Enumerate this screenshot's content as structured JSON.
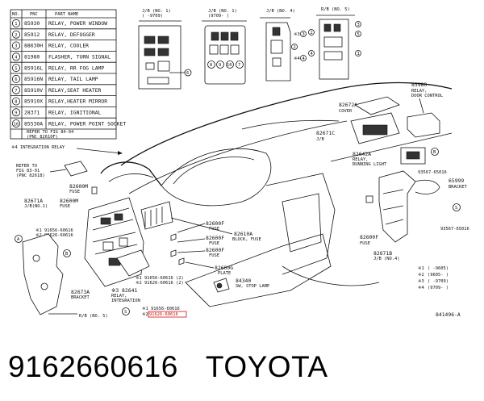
{
  "table": {
    "header": {
      "no": "NO.",
      "pnc": "PNC",
      "name": "PART NAME"
    },
    "rows": [
      {
        "no": "1",
        "pnc": "85930",
        "name": "RELAY, POWER WINDOW"
      },
      {
        "no": "2",
        "pnc": "85912",
        "name": "RELAY, DEFOGGER"
      },
      {
        "no": "3",
        "pnc": "88630H",
        "name": "RELAY, COOLER"
      },
      {
        "no": "4",
        "pnc": "81980",
        "name": "FLASHER, TURN SIGNAL"
      },
      {
        "no": "5",
        "pnc": "85916L",
        "name": "RELAY, RR FOG LAMP"
      },
      {
        "no": "6",
        "pnc": "85916N",
        "name": "RELAY, TAIL LAMP"
      },
      {
        "no": "7",
        "pnc": "85910V",
        "name": "RELAY,SEAT HEATER"
      },
      {
        "no": "8",
        "pnc": "85910X",
        "name": "RELAY,HEATER MIRROR"
      },
      {
        "no": "9",
        "pnc": "28371",
        "name": "RELAY, IGNITIONAL"
      },
      {
        "no": "10",
        "pnc": "85530A",
        "name": "RELAY, POWER POINT SOCKET"
      }
    ],
    "refer_line1": "REFER TO FIG 84-04",
    "refer_line2": "(PNC 82610F)",
    "integration": "※4 INTEGRATION RELAY"
  },
  "jb_boxes": {
    "jb1": "J/B (NO. 1)",
    "jb1_date": "(   -9709)",
    "jb1b": "J/B (NO. 1)",
    "jb1b_date": "(9709-   )",
    "jb4": "J/B (NO. 4)",
    "rb5": "R/B (NO. 5)"
  },
  "labels": {
    "c3": "※3",
    "c4": "※4",
    "p85980": "85980",
    "p85980_desc1": "RELAY,",
    "p85980_desc2": "DOOR CONTROL",
    "p82672a": "82672A",
    "p82672a_desc": "COVER",
    "p82671c": "82671C",
    "p82671c_desc": "J/B",
    "p82642a": "82642A",
    "p82642a_desc1": "RELAY,",
    "p82642a_desc2": "RUNNING LIGHT",
    "b_label": "B",
    "b_part": "93567-65016",
    "p65999": "65999",
    "p65999_desc": "BRACKET",
    "s_label": "S",
    "s_part": "93567-65016",
    "refer_fig": "REFER TO",
    "refer_fig2": "FIG 83-01",
    "refer_fig3": "(PNC 82618)",
    "p82600m_a": "82600M",
    "p82600m_a_desc": "FUSE",
    "p82671a": "82671A",
    "p82671a_desc": "J/B(NO.1)",
    "p82600m_b": "82600M",
    "p82600m_b_desc": "FUSE",
    "n1_part": "※1 91656-60616",
    "n2_part": "※2 91626-60616",
    "a_label": "A",
    "p82600f_a": "82600F",
    "p82600f_a_desc": "FUSE",
    "p82610a": "82610A",
    "p82610a_desc": "BLOCK, FUSE",
    "p82600f_b": "82600F",
    "p82600f_b_desc": "FUSE",
    "p82600f_c": "82600F",
    "p82600f_c_desc": "FUSE",
    "p82600g": "82600G",
    "p82600g_desc": "PLATE",
    "p84340": "84340",
    "p84340_desc": "SW, STOP LAMP",
    "p82600f_d": "82600F",
    "p82600f_d_desc": "FUSE",
    "p82671b": "82671B",
    "p82671b_desc": "J/B (NO.4)",
    "p82673a": "82673A",
    "p82673a_desc": "BRACKET",
    "p82641": "※3 82641",
    "p82641_desc1": "RELAY,",
    "p82641_desc2": "INTEGRATION",
    "p1_mid": "※1 91656-60616 (2)",
    "p2_mid": "※2 91626-60616 (2)",
    "p1_bot": "※1 91656-60616",
    "p2_bot": "91626-60616",
    "p2_bot_prefix": "※2",
    "rb5_bot": "R/B (NO. 5)",
    "fig_code": "841496-A"
  },
  "legend": [
    {
      "key": "※1",
      "val": "(       -9605)"
    },
    {
      "key": "※2",
      "val": "(9605-      )"
    },
    {
      "key": "※3",
      "val": "(       -9709)"
    },
    {
      "key": "※4",
      "val": "(9709-      )"
    }
  ],
  "caption": {
    "part_number": "9162660616",
    "brand": "TOYOTA"
  },
  "colors": {
    "highlight": "#d01010",
    "line": "#111111",
    "background": "#ffffff"
  }
}
